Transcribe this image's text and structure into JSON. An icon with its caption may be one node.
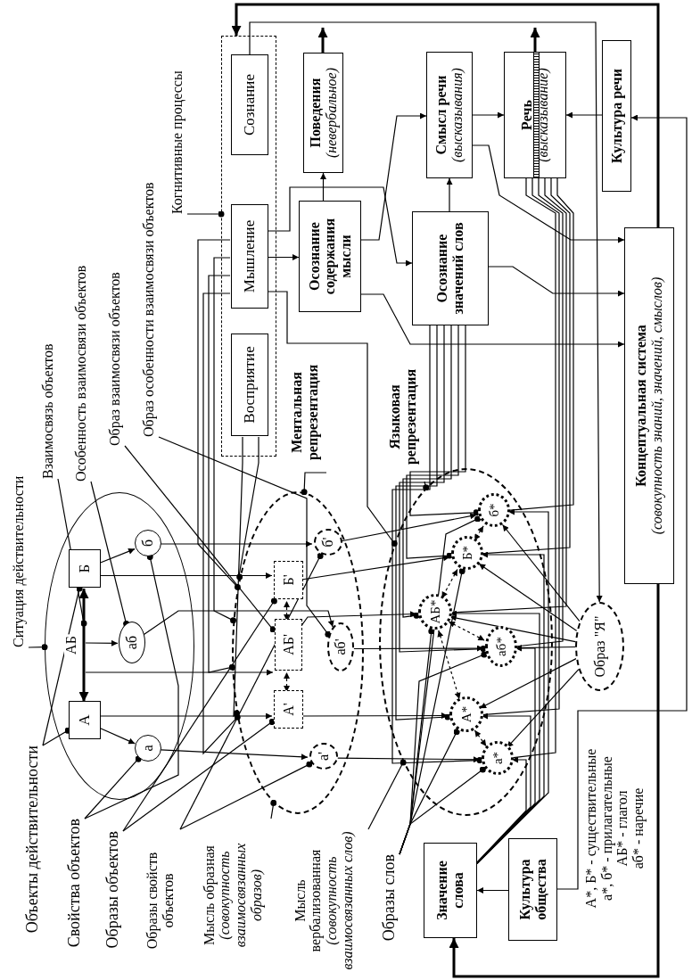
{
  "diagram": {
    "nodes": [
      {
        "text": [
          "Когнитивные процессы"
        ]
      },
      {
        "text": [],
        "shape": "box"
      },
      {
        "text": [
          "Сознание"
        ],
        "in": 1
      },
      {
        "text": [
          "Мышление"
        ],
        "in": 1
      },
      {
        "text": [
          "Восприятие"
        ],
        "in": 1
      },
      {
        "text": [
          "Поведения",
          "(невербальное)"
        ]
      },
      {
        "text": [
          "Осознание содержания мысли"
        ]
      },
      {
        "text": [
          "Смысл речи",
          "(высказывания)"
        ]
      },
      {
        "text": [
          "Осознание значений слов"
        ]
      },
      {
        "text": [
          "Речь",
          "(высказывание)"
        ]
      },
      {
        "text": [
          "Культура речи"
        ]
      },
      {
        "text": [
          "Концептуальная система",
          "(совокупность знаний, значений, смыслов)"
        ]
      },
      {
        "text": [
          "Ситуация действительности"
        ]
      },
      {
        "text": [],
        "shape": "ellipse"
      },
      {
        "text": [
          "А"
        ],
        "in": 13
      },
      {
        "text": [
          "Б"
        ],
        "in": 13
      },
      {
        "text": [
          "а"
        ],
        "in": 13
      },
      {
        "text": [
          "б"
        ],
        "in": 13
      },
      {
        "text": [
          "аб"
        ],
        "in": 13
      },
      {
        "text": [],
        "shape": "ellipse"
      },
      {
        "text": [
          "А'"
        ],
        "in": 19
      },
      {
        "text": [
          "АБ'"
        ],
        "in": 19
      },
      {
        "text": [
          "Б'"
        ],
        "in": 19
      },
      {
        "text": [
          "а'"
        ],
        "in": 19
      },
      {
        "text": [
          "аб'"
        ],
        "in": 19
      },
      {
        "text": [
          "б'"
        ],
        "in": 19
      },
      {
        "text": [
          "Ментальная репрезентация"
        ]
      },
      {
        "text": [],
        "shape": "ellipse"
      },
      {
        "text": [
          "б*"
        ],
        "in": 27
      },
      {
        "text": [
          "Б*"
        ],
        "in": 27
      },
      {
        "text": [
          "АБ*"
        ],
        "in": 27
      },
      {
        "text": [
          "аб*"
        ],
        "in": 27
      },
      {
        "text": [
          "А*"
        ],
        "in": 27
      },
      {
        "text": [
          "а*"
        ],
        "in": 27
      },
      {
        "text": [
          "Языковая репрезентация"
        ]
      },
      {
        "text": [
          "Образ \"Я\""
        ]
      },
      {
        "text": [
          "Значение слова"
        ]
      },
      {
        "text": [
          "Культура общества"
        ]
      },
      {
        "text": [
          "Объекты действительности"
        ]
      },
      {
        "text": [
          "Свойства объектов"
        ]
      },
      {
        "text": [
          "Образы объектов"
        ]
      },
      {
        "text": [
          "Образы свойств объектов"
        ]
      },
      {
        "text": [
          "Мысль образная",
          "(совокупность взаимосвязанных образов)"
        ]
      },
      {
        "text": [
          "Мысль вербализованная",
          "(совокупность взаимосвязанных слов)"
        ]
      },
      {
        "text": [
          "Образы слов"
        ]
      },
      {
        "text": [
          "Взаимосвязь объектов"
        ]
      },
      {
        "text": [
          "Особенность взаимосвязи объектов"
        ]
      },
      {
        "text": [
          "Образ взаимосвязи объектов"
        ]
      },
      {
        "text": [
          "Образ особенности взаимосвязи объектов"
        ]
      }
    ],
    "edges": [
      {
        "from": 0,
        "to": 1,
        "arrow": "other"
      },
      {
        "from": 12,
        "to": 13,
        "arrow": "other"
      },
      {
        "from": 26,
        "to": 19,
        "arrow": "other"
      },
      {
        "from": 34,
        "to": 27,
        "arrow": "other"
      },
      {
        "from": 38,
        "to": 14,
        "arrow": "other"
      },
      {
        "from": 38,
        "to": 15,
        "arrow": "other"
      },
      {
        "from": 39,
        "to": 16,
        "arrow": "other"
      },
      {
        "from": 39,
        "to": 17,
        "arrow": "other"
      },
      {
        "from": 40,
        "to": 20,
        "arrow": "other"
      },
      {
        "from": 40,
        "to": 22,
        "arrow": "other"
      },
      {
        "from": 41,
        "to": 23,
        "arrow": "other"
      },
      {
        "from": 41,
        "to": 25,
        "arrow": "other"
      },
      {
        "from": 42,
        "to": 19,
        "arrow": "other"
      },
      {
        "from": 43,
        "to": 27,
        "arrow": "other"
      },
      {
        "from": 45,
        "to": null,
        "arrow": "other"
      },
      {
        "from": 46,
        "to": 18,
        "arrow": "other"
      },
      {
        "from": 47,
        "to": 21,
        "arrow": "other"
      },
      {
        "from": 48,
        "to": 24,
        "arrow": "other"
      },
      {
        "from": 44,
        "to": 33,
        "arrow": "other"
      },
      {
        "from": 44,
        "to": 32,
        "arrow": "other"
      },
      {
        "from": 44,
        "to": 31,
        "arrow": "other"
      },
      {
        "from": 44,
        "to": 30,
        "arrow": "other"
      },
      {
        "from": 44,
        "to": 29,
        "arrow": "other"
      },
      {
        "from": 44,
        "to": 28,
        "arrow": "other"
      },
      {
        "from": 14,
        "to": 15,
        "arrow": "both",
        "label": "АБ",
        "style": "thick"
      },
      {
        "from": null,
        "to": 18,
        "arrow": "to"
      },
      {
        "from": null,
        "to": 21,
        "arrow": "to"
      },
      {
        "from": 14,
        "to": 16,
        "arrow": "to"
      },
      {
        "from": 15,
        "to": 17,
        "arrow": "to"
      },
      {
        "from": 16,
        "to": 23,
        "arrow": "to"
      },
      {
        "from": 17,
        "to": 25,
        "arrow": "to"
      },
      {
        "from": 14,
        "to": 20,
        "arrow": "to"
      },
      {
        "from": 15,
        "to": 22,
        "arrow": "to"
      },
      {
        "from": 18,
        "to": 24,
        "arrow": "to"
      },
      {
        "from": 20,
        "to": 21,
        "arrow": "both",
        "style": "dashed"
      },
      {
        "from": 21,
        "to": 22,
        "arrow": "both",
        "style": "dashed"
      },
      {
        "from": 23,
        "to": 33,
        "arrow": "to"
      },
      {
        "from": 20,
        "to": 32,
        "arrow": "to"
      },
      {
        "from": 24,
        "to": 31,
        "arrow": "to"
      },
      {
        "from": 21,
        "to": 30,
        "arrow": "to"
      },
      {
        "from": 22,
        "to": 29,
        "arrow": "to"
      },
      {
        "from": 25,
        "to": 28,
        "arrow": "to"
      },
      {
        "from": 28,
        "to": 29,
        "arrow": "both",
        "style": "dashed"
      },
      {
        "from": 29,
        "to": 30,
        "arrow": "both",
        "style": "dashed"
      },
      {
        "from": 30,
        "to": 31,
        "arrow": "both",
        "style": "dashed"
      },
      {
        "from": 30,
        "to": 32,
        "arrow": "both",
        "style": "dashed"
      },
      {
        "from": 32,
        "to": 33,
        "arrow": "both",
        "style": "dashed"
      },
      {
        "from": 35,
        "to": 28,
        "arrow": "to"
      },
      {
        "from": 35,
        "to": 29,
        "arrow": "to"
      },
      {
        "from": 35,
        "to": 30,
        "arrow": "to"
      },
      {
        "from": 35,
        "to": 31,
        "arrow": "to"
      },
      {
        "from": 35,
        "to": 32,
        "arrow": "to"
      },
      {
        "from": 35,
        "to": 33,
        "arrow": "to"
      },
      {
        "from": 36,
        "to": 33,
        "arrow": "to"
      },
      {
        "from": 36,
        "to": 32,
        "arrow": "to"
      },
      {
        "from": 36,
        "to": 31,
        "arrow": "to"
      },
      {
        "from": 36,
        "to": 30,
        "arrow": "to"
      },
      {
        "from": 36,
        "to": 29,
        "arrow": "to"
      },
      {
        "from": 36,
        "to": 28,
        "arrow": "to"
      },
      {
        "from": 8,
        "to": 33,
        "arrow": "other"
      },
      {
        "from": 8,
        "to": 32,
        "arrow": "other"
      },
      {
        "from": 8,
        "to": 31,
        "arrow": "other"
      },
      {
        "from": 8,
        "to": 30,
        "arrow": "other"
      },
      {
        "from": 8,
        "to": 29,
        "arrow": "other"
      },
      {
        "from": 8,
        "to": 28,
        "arrow": "other"
      },
      {
        "from": 9,
        "to": 33,
        "arrow": "none"
      },
      {
        "from": 9,
        "to": 32,
        "arrow": "none"
      },
      {
        "from": 9,
        "to": 31,
        "arrow": "none"
      },
      {
        "from": 9,
        "to": 30,
        "arrow": "none"
      },
      {
        "from": 9,
        "to": 29,
        "arrow": "none"
      },
      {
        "from": 9,
        "to": 28,
        "arrow": "none"
      },
      {
        "from": 3,
        "to": 6,
        "arrow": "to"
      },
      {
        "from": 3,
        "to": 8,
        "arrow": "to"
      },
      {
        "from": 6,
        "to": 5,
        "arrow": "to"
      },
      {
        "from": 6,
        "to": 7,
        "arrow": "to"
      },
      {
        "from": 6,
        "to": 11,
        "arrow": "to"
      },
      {
        "from": 8,
        "to": 7,
        "arrow": "to"
      },
      {
        "from": 8,
        "to": 11,
        "arrow": "to"
      },
      {
        "from": 7,
        "to": 11,
        "arrow": "to"
      },
      {
        "from": 7,
        "to": 9,
        "arrow": "to"
      },
      {
        "from": 10,
        "to": 9,
        "arrow": "to"
      },
      {
        "from": 37,
        "to": 10,
        "arrow": "to"
      },
      {
        "from": 37,
        "to": 36,
        "arrow": "to"
      },
      {
        "from": 11,
        "to": 1,
        "arrow": "to",
        "style": "thick"
      },
      {
        "from": 11,
        "to": 36,
        "arrow": "to",
        "style": "thick"
      },
      {
        "from": 2,
        "to": 35,
        "arrow": "to"
      },
      {
        "from": 5,
        "to": null,
        "arrow": "to",
        "style": "thick"
      },
      {
        "from": 9,
        "to": null,
        "arrow": "to",
        "style": "thick"
      },
      {
        "from": 4,
        "to": 19,
        "arrow": "other"
      },
      {
        "from": 4,
        "to": 19,
        "arrow": "other"
      },
      {
        "from": 3,
        "to": 19,
        "arrow": "other"
      },
      {
        "from": 3,
        "to": 19,
        "arrow": "other"
      },
      {
        "from": 3,
        "to": 19,
        "arrow": "other"
      },
      {
        "from": 3,
        "to": 19,
        "arrow": "other"
      },
      {
        "from": 3,
        "to": 27,
        "arrow": "other"
      }
    ],
    "labels": [
      "А*, Б* - существительные",
      "а*, б* - прилагательные",
      "АБ* - глагол",
      "аб* - наречие"
    ]
  }
}
